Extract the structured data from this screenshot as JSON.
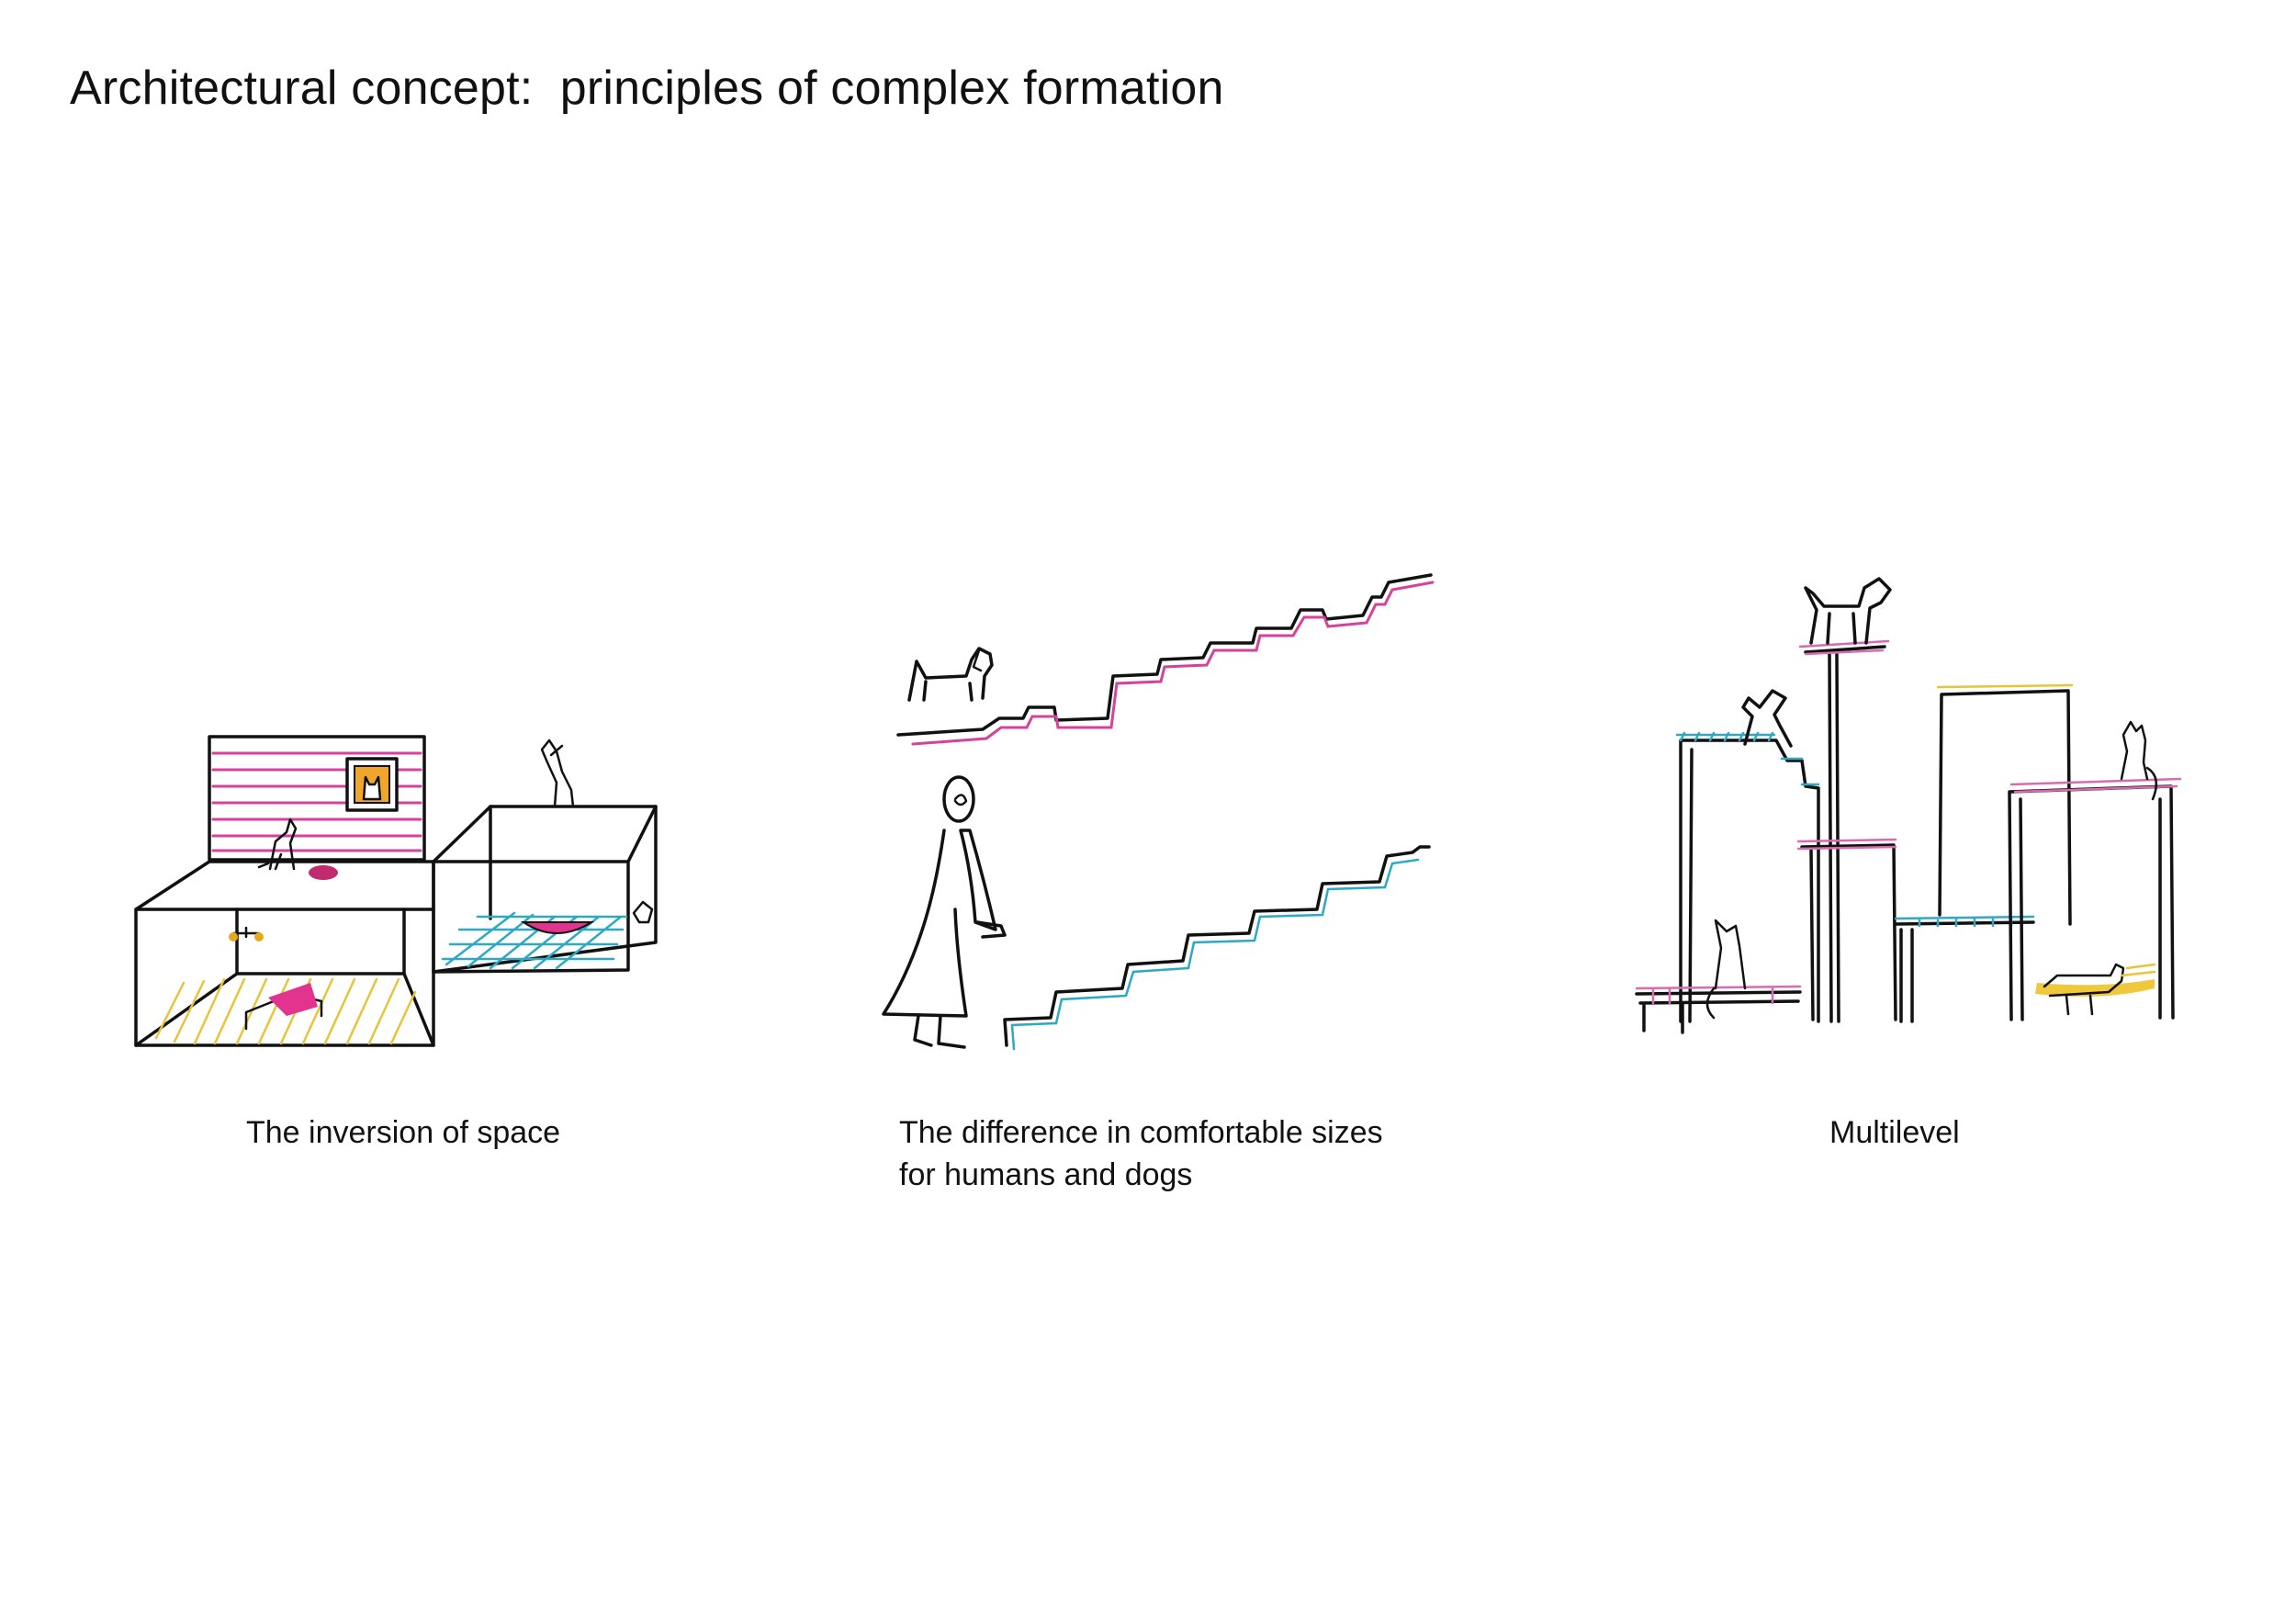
{
  "title": "Architectural concept:  principles of complex formation",
  "panels": [
    {
      "caption_line1": "The inversion of space",
      "caption_line2": ""
    },
    {
      "caption_line1": "The difference in comfortable sizes",
      "caption_line2": "for humans and dogs"
    },
    {
      "caption_line1": "Multilevel",
      "caption_line2": ""
    }
  ],
  "colors": {
    "pink": "#d6419b",
    "cyan": "#2ea9c4",
    "yellow": "#e8c43a",
    "ink": "#111111"
  }
}
